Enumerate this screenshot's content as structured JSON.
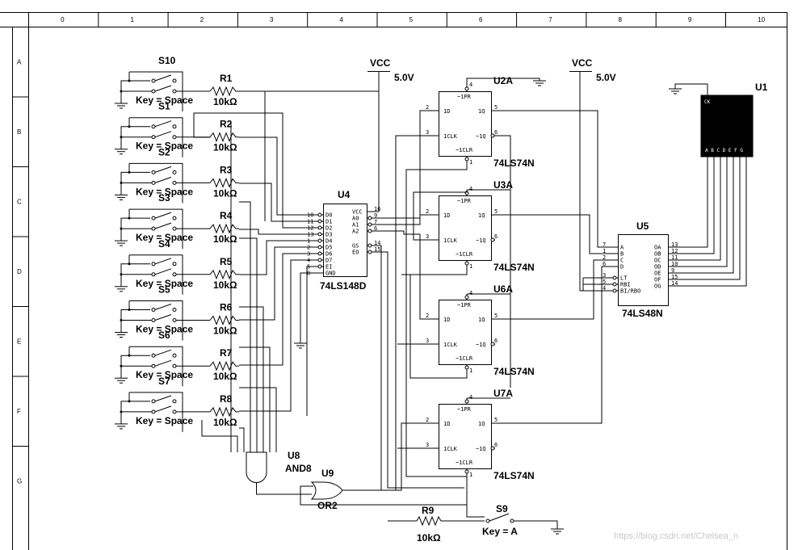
{
  "border": {
    "columns": [
      "0",
      "1",
      "2",
      "3",
      "4",
      "5",
      "6",
      "7",
      "8",
      "9",
      "10"
    ],
    "rows": [
      "A",
      "B",
      "C",
      "D",
      "E",
      "F",
      "G"
    ]
  },
  "switches": [
    {
      "name": "S10",
      "key": "Key = Space"
    },
    {
      "name": "S1",
      "key": "Key = Space"
    },
    {
      "name": "S2",
      "key": "Key = Space"
    },
    {
      "name": "S3",
      "key": "Key = Space"
    },
    {
      "name": "S4",
      "key": "Key = Space"
    },
    {
      "name": "S5",
      "key": "Key = Space"
    },
    {
      "name": "S6",
      "key": "Key = Space"
    },
    {
      "name": "S7",
      "key": "Key = Space"
    }
  ],
  "resistors": [
    {
      "name": "R1",
      "value": "10kΩ"
    },
    {
      "name": "R2",
      "value": "10kΩ"
    },
    {
      "name": "R3",
      "value": "10kΩ"
    },
    {
      "name": "R4",
      "value": "10kΩ"
    },
    {
      "name": "R5",
      "value": "10kΩ"
    },
    {
      "name": "R6",
      "value": "10kΩ"
    },
    {
      "name": "R7",
      "value": "10kΩ"
    },
    {
      "name": "R8",
      "value": "10kΩ"
    }
  ],
  "vcc": [
    {
      "name": "VCC",
      "voltage": "5.0V"
    },
    {
      "name": "VCC",
      "voltage": "5.0V"
    }
  ],
  "u4": {
    "name": "U4",
    "part": "74LS148D",
    "left_pins": [
      {
        "num": "10",
        "label": "D0"
      },
      {
        "num": "11",
        "label": "D1"
      },
      {
        "num": "12",
        "label": "D2"
      },
      {
        "num": "13",
        "label": "D3"
      },
      {
        "num": "1",
        "label": "D4"
      },
      {
        "num": "2",
        "label": "D5"
      },
      {
        "num": "3",
        "label": "D6"
      },
      {
        "num": "4",
        "label": "D7"
      },
      {
        "num": "5",
        "label": "EI"
      },
      {
        "num": "8",
        "label": "GND"
      }
    ],
    "right_pins": [
      {
        "num": "16",
        "label": "VCC"
      },
      {
        "num": "9",
        "label": "A0"
      },
      {
        "num": "7",
        "label": "A1"
      },
      {
        "num": "6",
        "label": "A2"
      },
      {
        "num": "14",
        "label": "GS"
      },
      {
        "num": "15",
        "label": "EO"
      }
    ]
  },
  "flipflops": [
    {
      "name": "U2A",
      "part": "74LS74N"
    },
    {
      "name": "U3A",
      "part": "74LS74N"
    },
    {
      "name": "U6A",
      "part": "74LS74N"
    },
    {
      "name": "U7A",
      "part": "74LS74N"
    }
  ],
  "ff_pins": {
    "pr": "~1PR",
    "d": "1D",
    "q": "1Q",
    "clk": "1CLK",
    "nq": "~1Q",
    "clr": "~1CLR",
    "pr_num": "4",
    "d_num": "2",
    "q_num": "5",
    "clk_num": "3",
    "nq_num": "6",
    "clr_num": "1"
  },
  "u5": {
    "name": "U5",
    "part": "74LS48N",
    "left_pins": [
      {
        "num": "7",
        "label": "A"
      },
      {
        "num": "1",
        "label": "B"
      },
      {
        "num": "2",
        "label": "C"
      },
      {
        "num": "6",
        "label": "D"
      },
      {
        "num": "3",
        "label": "LT"
      },
      {
        "num": "5",
        "label": "RBI"
      },
      {
        "num": "4",
        "label": "BI/RBO"
      }
    ],
    "right_pins": [
      {
        "num": "13",
        "label": "OA"
      },
      {
        "num": "12",
        "label": "OB"
      },
      {
        "num": "11",
        "label": "OC"
      },
      {
        "num": "10",
        "label": "OD"
      },
      {
        "num": "9",
        "label": "OE"
      },
      {
        "num": "15",
        "label": "OF"
      },
      {
        "num": "14",
        "label": "OG"
      }
    ]
  },
  "u1": {
    "name": "U1",
    "ck": "CK",
    "segments": "A B C D E F G"
  },
  "u8": {
    "name": "U8",
    "part": "AND8"
  },
  "u9": {
    "name": "U9",
    "part": "OR2"
  },
  "r9": {
    "name": "R9",
    "value": "10kΩ"
  },
  "s9": {
    "name": "S9",
    "key": "Key = A"
  },
  "watermark": "https://blog.csdn.net/Chelsea_n"
}
